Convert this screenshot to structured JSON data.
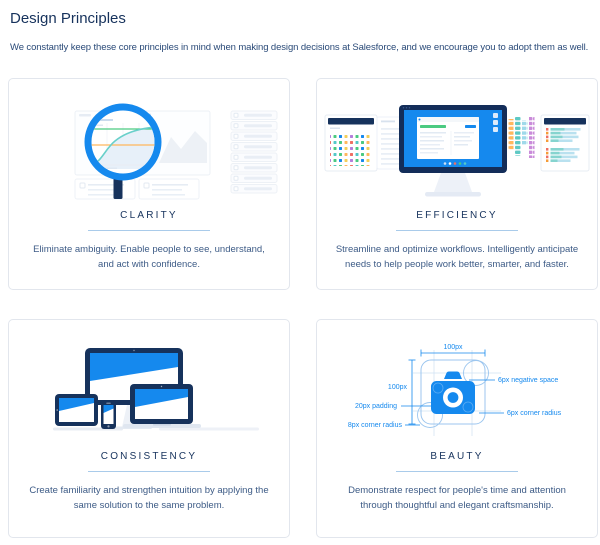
{
  "page": {
    "title": "Design Principles",
    "subtitle": "We constantly keep these core principles in mind when making design decisions at Salesforce, and we encourage you to adopt them as well."
  },
  "cards": [
    {
      "title": "CLARITY",
      "description": "Eliminate ambiguity. Enable people to see, understand, and act with confidence."
    },
    {
      "title": "EFFICIENCY",
      "description": "Streamline and optimize workflows. Intelligently anticipate needs to help people work better, smarter, and faster."
    },
    {
      "title": "CONSISTENCY",
      "description": "Create familiarity and strengthen intuition by applying the same solution to the same problem."
    },
    {
      "title": "BEAUTY",
      "description": "Demonstrate respect for people's time and attention through thoughtful and elegant craftsmanship."
    }
  ],
  "beauty_spec": {
    "width_label": "100px",
    "height_label": "100px",
    "padding_label": "20px padding",
    "corner_radius_left_label": "8px corner radius",
    "negative_space_label": "6px negative space",
    "corner_radius_right_label": "6px corner radius"
  },
  "colors": {
    "brand_blue": "#1589ee",
    "navy": "#16325c",
    "green": "#4bca81",
    "orange": "#ffb75d",
    "teal": "#54c8c8",
    "title_underline": "#a9cbea"
  }
}
